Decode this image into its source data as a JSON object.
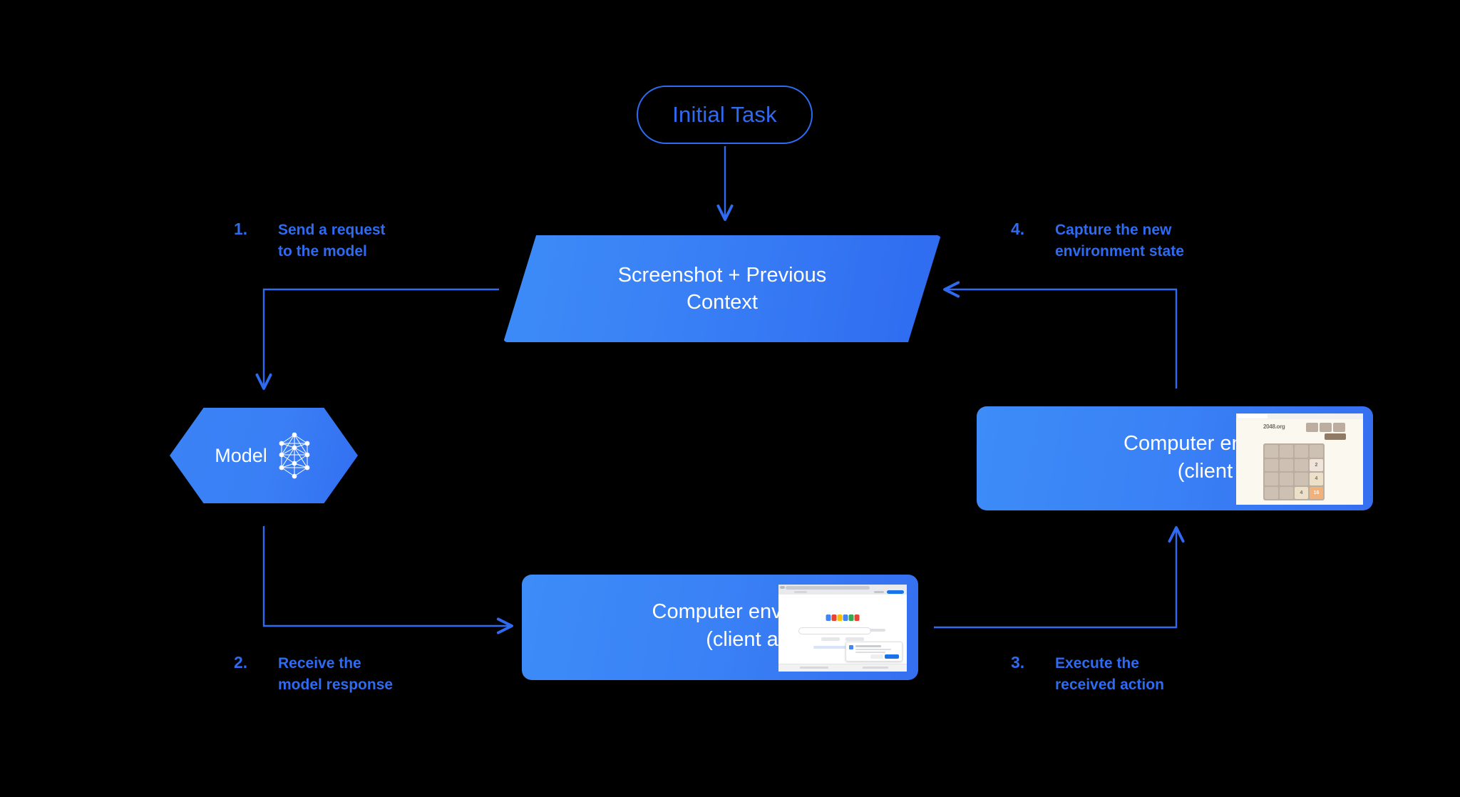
{
  "diagram": {
    "title_node": {
      "label": "Initial Task"
    },
    "context_node": {
      "line1": "Screenshot + Previous",
      "line2": "Context"
    },
    "model_node": {
      "label": "Model",
      "icon": "neural-network-icon"
    },
    "env_right": {
      "line1": "Computer environment",
      "line2": "(client app)",
      "thumbnail": "2048-game-screenshot"
    },
    "env_bottom": {
      "line1": "Computer environment",
      "line2": "(client app)",
      "thumbnail": "google-search-screenshot"
    },
    "steps": [
      {
        "number": "1.",
        "text": "Send a request\nto the model"
      },
      {
        "number": "2.",
        "text": "Receive the\nmodel response"
      },
      {
        "number": "3.",
        "text": "Execute the\nreceived action"
      },
      {
        "number": "4.",
        "text": "Capture the new\nenvironment state"
      }
    ],
    "colors": {
      "background": "#000000",
      "accent_blue": "#2f6bf0",
      "fill_light": "#3d8cf8",
      "fill_dark": "#326ff1",
      "text_on_fill": "#ffffff"
    }
  },
  "thumb_2048": {
    "site_title": "2048.org",
    "grid": [
      [
        "",
        "",
        "",
        ""
      ],
      [
        "",
        "",
        "",
        "2"
      ],
      [
        "",
        "",
        "",
        "4"
      ],
      [
        "",
        "",
        "4",
        "16"
      ]
    ]
  }
}
